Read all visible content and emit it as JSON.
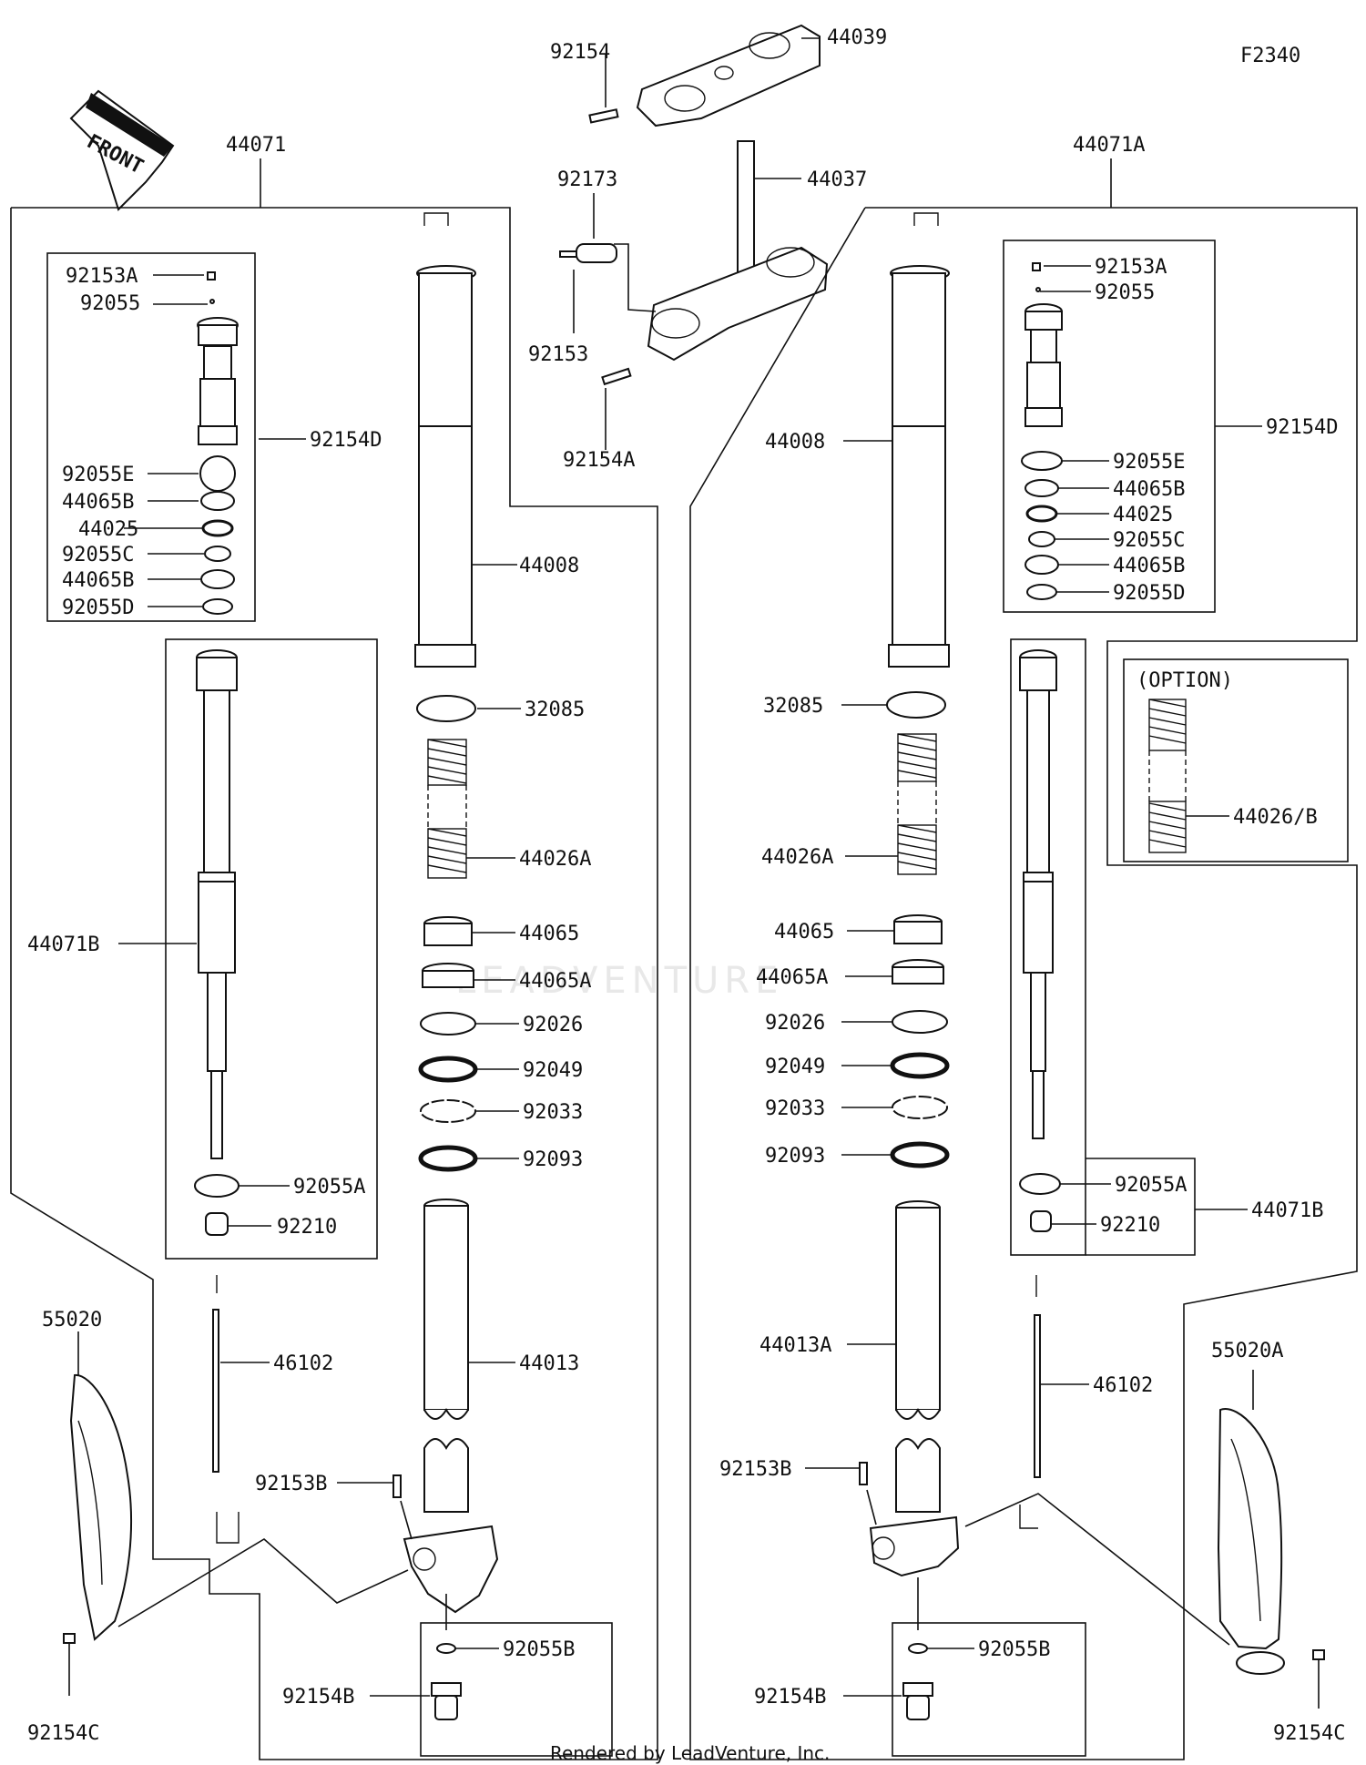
{
  "diagram": {
    "code": "F2340",
    "front_label": "FRONT",
    "footer": "Rendered by LeadVenture, Inc.",
    "watermark": "LEADVENTURE",
    "option_label": "(OPTION)",
    "labels": {
      "top": [
        "92154",
        "44039",
        "92173",
        "44037",
        "92153",
        "92154A"
      ],
      "left_assembly": "44071",
      "left": [
        "92153A",
        "92055",
        "92154D",
        "92055E",
        "44065B",
        "44025",
        "92055C",
        "44065B",
        "92055D",
        "44071B",
        "92055A",
        "92210",
        "46102",
        "55020",
        "92153B",
        "92154B",
        "92055B",
        "92154C"
      ],
      "left_center": [
        "44008",
        "32085",
        "44026A",
        "44065",
        "44065A",
        "92026",
        "92049",
        "92033",
        "92093",
        "44013"
      ],
      "right_assembly": "44071A",
      "right_center": [
        "44008",
        "32085",
        "44026A",
        "44065",
        "44065A",
        "92026",
        "92049",
        "92033",
        "92093",
        "44013A",
        "92153B",
        "92154B"
      ],
      "right": [
        "92153A",
        "92055",
        "92154D",
        "92055E",
        "44065B",
        "44025",
        "92055C",
        "44065B",
        "92055D",
        "44026/B",
        "92055A",
        "44071B",
        "92210",
        "46102",
        "55020A",
        "92055B",
        "92154C"
      ]
    }
  }
}
